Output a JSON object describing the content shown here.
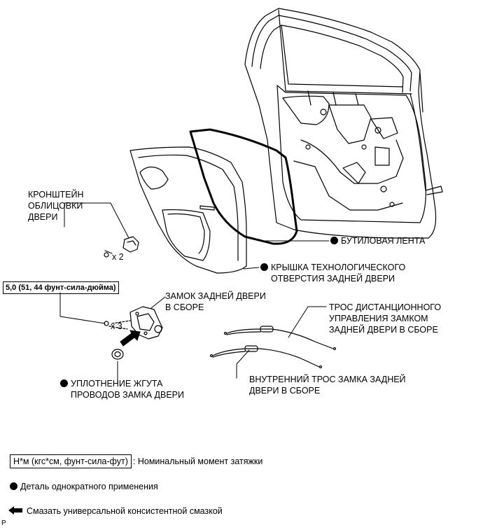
{
  "callouts": {
    "bracket": [
      "КРОНШТЕЙН",
      "ОБЛИЦОВКИ",
      "ДВЕРИ"
    ],
    "bracket_qty": "x 2",
    "butyl_tape": "БУТИЛОВАЯ ЛЕНТА",
    "hole_cover": [
      "КРЫШКА ТЕХНОЛОГИЧЕСКОГО",
      "ОТВЕРСТИЯ ЗАДНЕЙ ДВЕРИ"
    ],
    "torque": "5,0 (51, 44 фунт-сила-дюйма)",
    "lock_qty": "x 3",
    "door_lock": [
      "ЗАМОК ЗАДНЕЙ ДВЕРИ",
      "В СБОРЕ"
    ],
    "remote_cable": [
      "ТРОС ДИСТАНЦИОННОГО",
      "УПРАВЛЕНИЯ ЗАМКОМ",
      "ЗАДНЕЙ ДВЕРИ В СБОРЕ"
    ],
    "inner_cable": [
      "ВНУТРЕННИЙ ТРОС ЗАМКА ЗАДНЕЙ",
      "ДВЕРИ В СБОРЕ"
    ],
    "grommet": [
      "УПЛОТНЕНИЕ ЖГУТА",
      "ПРОВОДОВ ЗАМКА ДВЕРИ"
    ]
  },
  "legend": {
    "torque_unit": "Н*м (кгс*см, фунт-сила-фут)",
    "torque_desc": ": Номинальный момент затяжки",
    "single_use": "Деталь однократного применения",
    "grease": "Смазать универсальной консистентной смазкой"
  },
  "corner_mark": "P",
  "icons": {
    "single_use": "filled-circle-icon",
    "grease": "left-arrow-icon"
  }
}
